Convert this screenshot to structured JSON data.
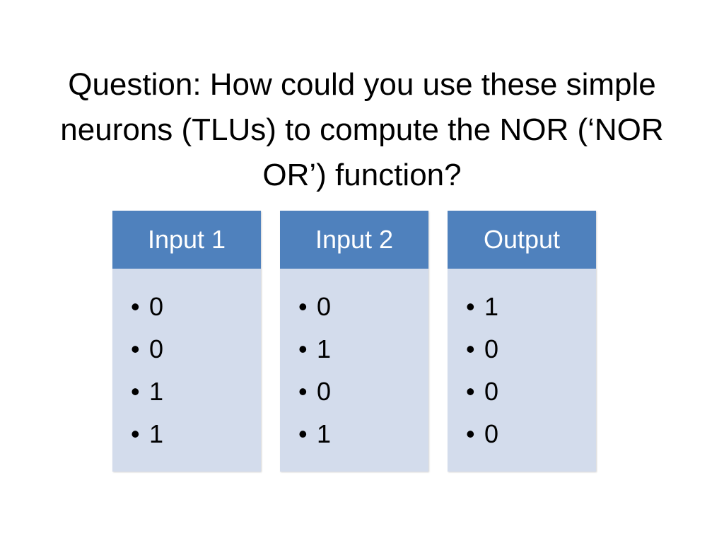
{
  "title": "Question: How could you use these simple neurons (TLUs) to compute the NOR (‘NOR OR’) function?",
  "bullet_char": "•",
  "columns": [
    {
      "header": "Input 1",
      "values": [
        "0",
        "0",
        "1",
        "1"
      ]
    },
    {
      "header": "Input 2",
      "values": [
        "0",
        "1",
        "0",
        "1"
      ]
    },
    {
      "header": "Output",
      "values": [
        "1",
        "0",
        "0",
        "0"
      ]
    }
  ],
  "colors": {
    "header_fill": "#4f81bd",
    "body_fill": "#d3dcec",
    "header_text": "#ffffff"
  }
}
